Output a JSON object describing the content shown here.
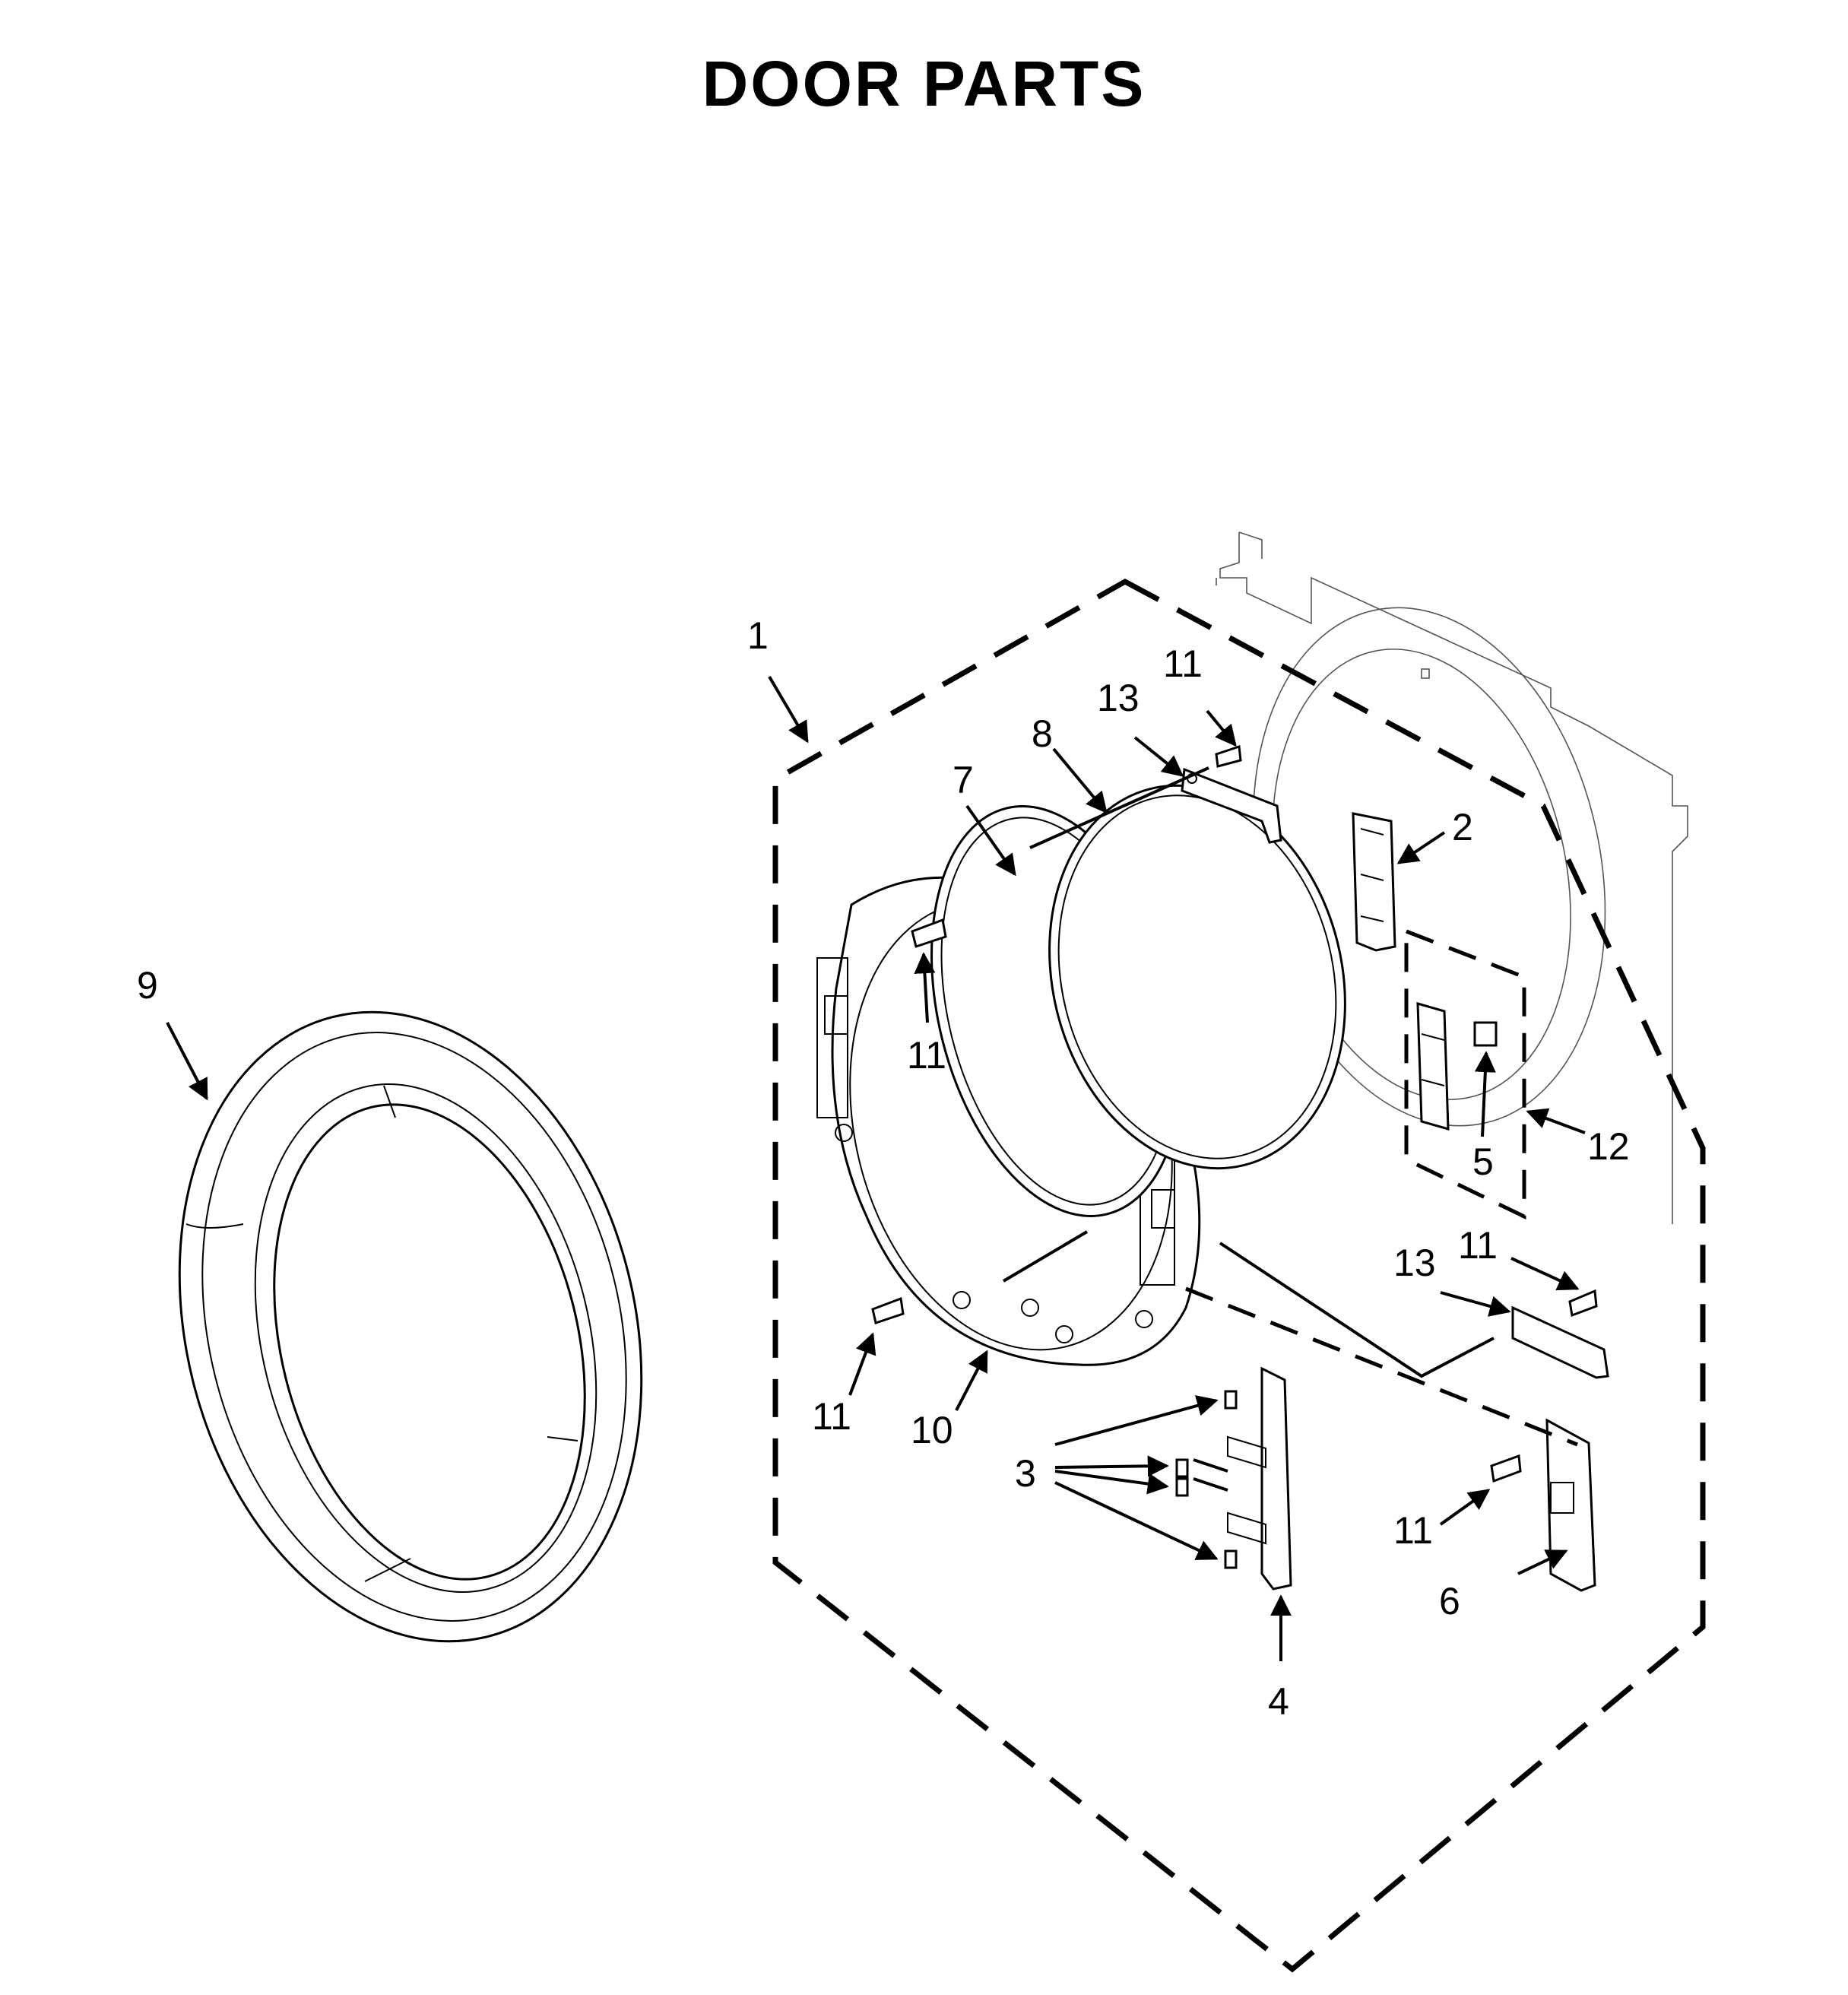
{
  "title": "DOOR PARTS",
  "callouts": [
    {
      "id": "1",
      "text": "1"
    },
    {
      "id": "2",
      "text": "2"
    },
    {
      "id": "3",
      "text": "3"
    },
    {
      "id": "4",
      "text": "4"
    },
    {
      "id": "5",
      "text": "5"
    },
    {
      "id": "6",
      "text": "6"
    },
    {
      "id": "7",
      "text": "7"
    },
    {
      "id": "8",
      "text": "8"
    },
    {
      "id": "9",
      "text": "9"
    },
    {
      "id": "10",
      "text": "10"
    },
    {
      "id": "11a",
      "text": "11"
    },
    {
      "id": "11b",
      "text": "11"
    },
    {
      "id": "11c",
      "text": "11"
    },
    {
      "id": "11d",
      "text": "11"
    },
    {
      "id": "11e",
      "text": "11"
    },
    {
      "id": "12",
      "text": "12"
    },
    {
      "id": "13a",
      "text": "13"
    },
    {
      "id": "13b",
      "text": "13"
    }
  ]
}
